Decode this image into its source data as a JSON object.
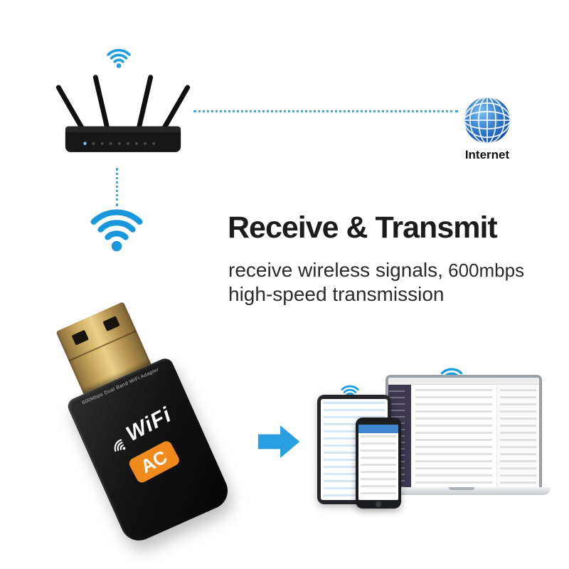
{
  "colors": {
    "accent_blue": "#1d9fe0",
    "headline_dark": "#1c1c1c",
    "body_text": "#2b2b2b",
    "adapter_badge_orange": "#f18a1d",
    "usb_gold": "#c9a45c",
    "globe_blue": "#1d62c0"
  },
  "icons": {
    "router_signal": "wifi-signal-icon",
    "main_signal": "wifi-signal-icon",
    "internet": "globe-icon",
    "flow": "arrow-right-icon",
    "tablet_signal": "wifi-signal-icon",
    "laptop_signal": "wifi-signal-icon"
  },
  "labels": {
    "internet": "Internet"
  },
  "text_block": {
    "headline": "Receive & Transmit",
    "line1": "receive wireless signals,",
    "speed": " 600mbps",
    "line2": "high-speed transmission"
  },
  "adapter": {
    "edge_text": "600Mbps Dual Band WiFi Adapter",
    "brand": "WiFi",
    "badge": "AC"
  }
}
